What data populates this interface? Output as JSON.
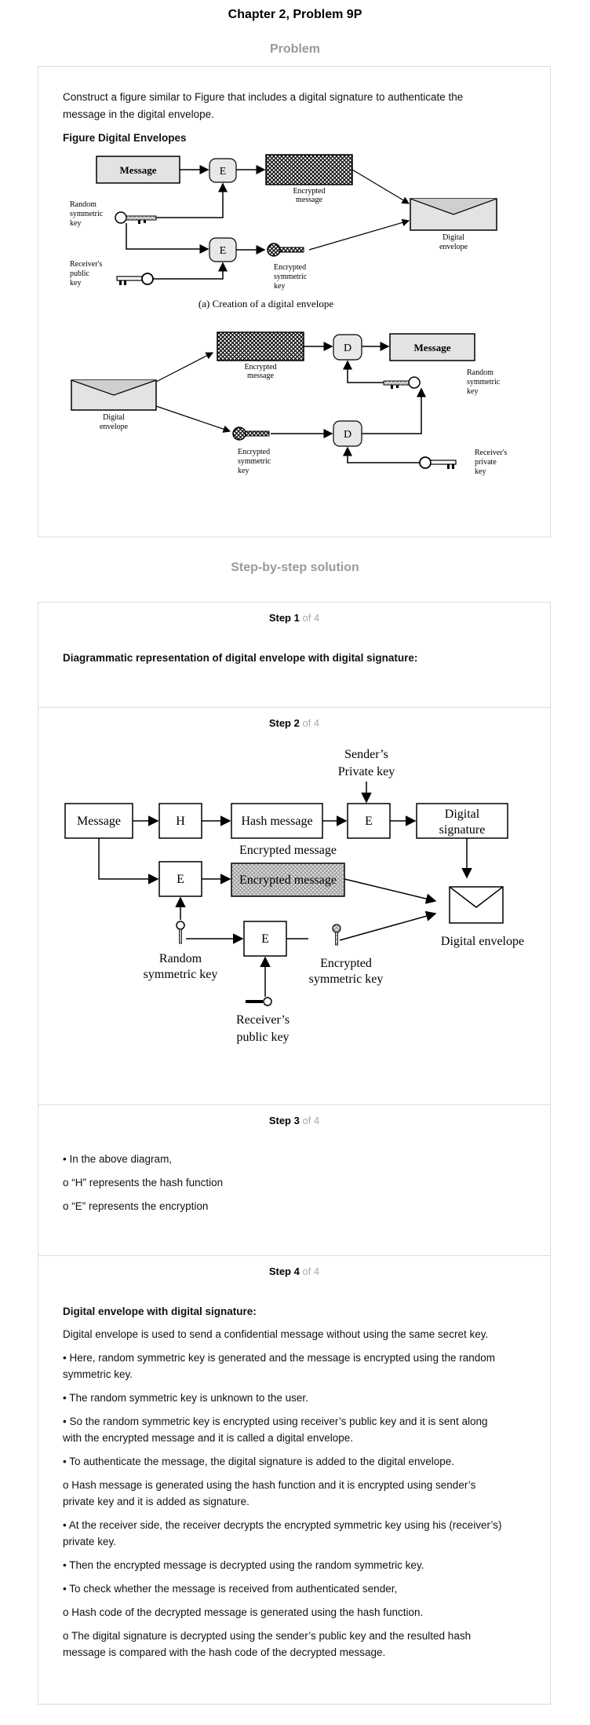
{
  "page": {
    "title": "Chapter 2, Problem 9P"
  },
  "problem": {
    "heading": "Problem",
    "text_line1": "Construct a figure similar to Figure that includes a digital signature to authenticate the",
    "text_line2": "message in the digital envelope.",
    "figure_title": "Figure Digital Envelopes",
    "figure_a": {
      "message": "Message",
      "e": "E",
      "encrypted_message_1": "Encrypted",
      "encrypted_message_2": "message",
      "random_key_1": "Random",
      "random_key_2": "symmetric",
      "random_key_3": "key",
      "receiver_key_1": "Receiver's",
      "receiver_key_2": "public",
      "receiver_key_3": "key",
      "enc_sym_1": "Encrypted",
      "enc_sym_2": "symmetric",
      "enc_sym_3": "key",
      "envelope_1": "Digital",
      "envelope_2": "envelope",
      "caption": "(a) Creation of a digital envelope"
    },
    "figure_b": {
      "d": "D",
      "message": "Message",
      "encrypted_message_1": "Encrypted",
      "encrypted_message_2": "message",
      "envelope_1": "Digital",
      "envelope_2": "envelope",
      "enc_sym_1": "Encrypted",
      "enc_sym_2": "symmetric",
      "enc_sym_3": "key",
      "random_key_1": "Random",
      "random_key_2": "symmetric",
      "random_key_3": "key",
      "receiver_key_1": "Receiver's",
      "receiver_key_2": "private",
      "receiver_key_3": "key"
    }
  },
  "solution": {
    "heading": "Step-by-step solution",
    "steps": [
      {
        "label": "Step 1",
        "of": "of 4",
        "heading": "Diagrammatic representation of digital envelope with digital signature:"
      },
      {
        "label": "Step 2",
        "of": "of 4",
        "diagram": {
          "sender_key_1": "Sender’s",
          "sender_key_2": "Private key",
          "message": "Message",
          "h": "H",
          "hash_message": "Hash message",
          "e": "E",
          "digital_signature_1": "Digital",
          "digital_signature_2": "signature",
          "encrypted_message_label": "Encrypted message",
          "encrypted_message_box": "Encrypted message",
          "digital_envelope": "Digital envelope",
          "random_key_1": "Random",
          "random_key_2": "symmetric key",
          "enc_sym_1": "Encrypted",
          "enc_sym_2": "symmetric key",
          "receiver_key_1": "Receiver’s",
          "receiver_key_2": "public key"
        }
      },
      {
        "label": "Step 3",
        "of": "of 4",
        "lines": [
          "• In the above diagram,",
          "o “H” represents the hash function",
          "o “E” represents the encryption"
        ]
      },
      {
        "label": "Step 4",
        "of": "of 4",
        "heading": "Digital envelope with digital signature:",
        "lines": [
          "Digital envelope is used to send a confidential message without using the same secret key.",
          "• Here, random symmetric key is generated and the message is encrypted using the random",
          "symmetric key.",
          "• The random symmetric key is unknown to the user.",
          "• So the random symmetric key is encrypted using receiver’s public key and it is sent along",
          "with the encrypted message and it is called a digital envelope.",
          "• To authenticate the message, the digital signature is added to the digital envelope.",
          "o Hash message is generated using the hash function and it is encrypted using sender’s",
          "private key and it is added as signature.",
          "• At the receiver side, the receiver decrypts the encrypted symmetric key using his (receiver’s)",
          "private key.",
          "• Then the encrypted message is decrypted using the random symmetric key.",
          "• To check whether the message is received from authenticated sender,",
          "o Hash code of the decrypted message is generated using the hash function.",
          "o The digital signature is decrypted using the sender’s public key and the resulted hash",
          "message is compared with the hash code of the decrypted message."
        ]
      }
    ]
  }
}
